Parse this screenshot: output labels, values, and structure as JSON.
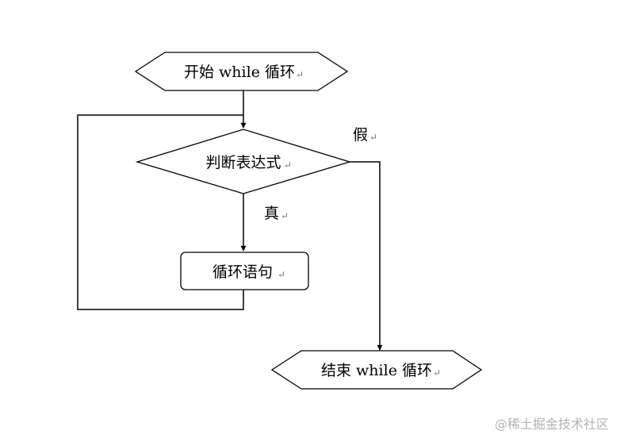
{
  "nodes": {
    "start": "开始 while 循环",
    "condition": "判断表达式",
    "body": "循环语句",
    "end": "结束 while 循环"
  },
  "edge_labels": {
    "true": "真",
    "false": "假"
  },
  "return_mark": "↵",
  "watermark": "@稀土掘金技术社区"
}
